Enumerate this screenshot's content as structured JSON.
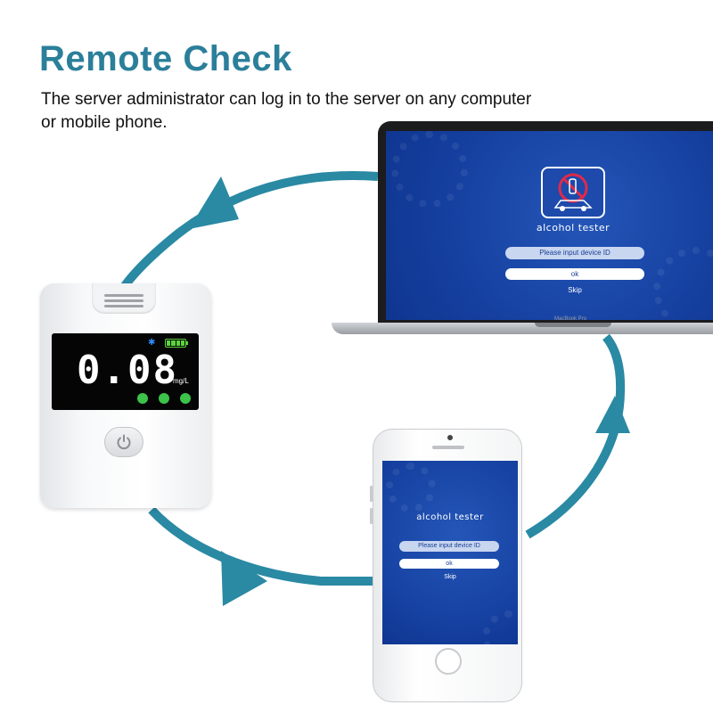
{
  "header": {
    "title": "Remote Check",
    "subtitle": "The server administrator can log in to the server on any computer or mobile phone."
  },
  "colors": {
    "title": "#2b7f9a",
    "arrow": "#2a89a3",
    "app_blue": "#1540a0",
    "led_green": "#3cc34a"
  },
  "laptop": {
    "brand": "MacBook Pro",
    "app": {
      "name": "alcohol tester",
      "device_id_placeholder": "Please input device ID",
      "ok_label": "ok",
      "skip_label": "Skip"
    }
  },
  "phone": {
    "app": {
      "name": "alcohol tester",
      "device_id_placeholder": "Please input device ID",
      "ok_label": "ok",
      "skip_label": "Skip"
    }
  },
  "device": {
    "reading": "0.08",
    "unit": "mg/L",
    "icons": [
      "bluetooth-icon",
      "battery-icon",
      "power-icon"
    ]
  }
}
